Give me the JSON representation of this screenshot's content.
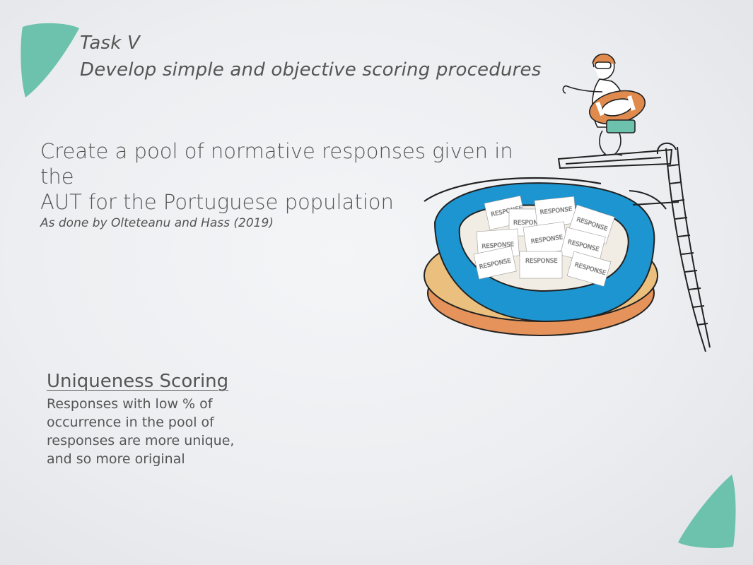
{
  "slide": {
    "title_lines": [
      "Task V",
      "Develop simple and objective scoring procedures"
    ],
    "main_lines": [
      "Create a pool of normative responses given in the",
      "AUT for the Portuguese population"
    ],
    "citation": "As done by Olteteanu and Hass (2019)",
    "scoring": {
      "heading": "Uniqueness Scoring",
      "body_lines": [
        "Responses with low % of",
        "occurrence in the pool of",
        "responses are more unique,",
        "and so more original"
      ]
    }
  },
  "illustration": {
    "card_labels": [
      "RESPONSE",
      "RESPONSE",
      "RESPONSE",
      "RESPONSE",
      "RESPONSE",
      "RESPONSE",
      "RESPONSE",
      "RESPONSE",
      "RESPONSE",
      "RESPONSE"
    ]
  },
  "colors": {
    "accent_teal": "#6cc2ad",
    "pool_blue": "#1c95d0",
    "pool_tan": "#ebc07e",
    "pool_orange": "#e5935a",
    "ring_orange": "#e08a4e",
    "text": "#555555"
  }
}
